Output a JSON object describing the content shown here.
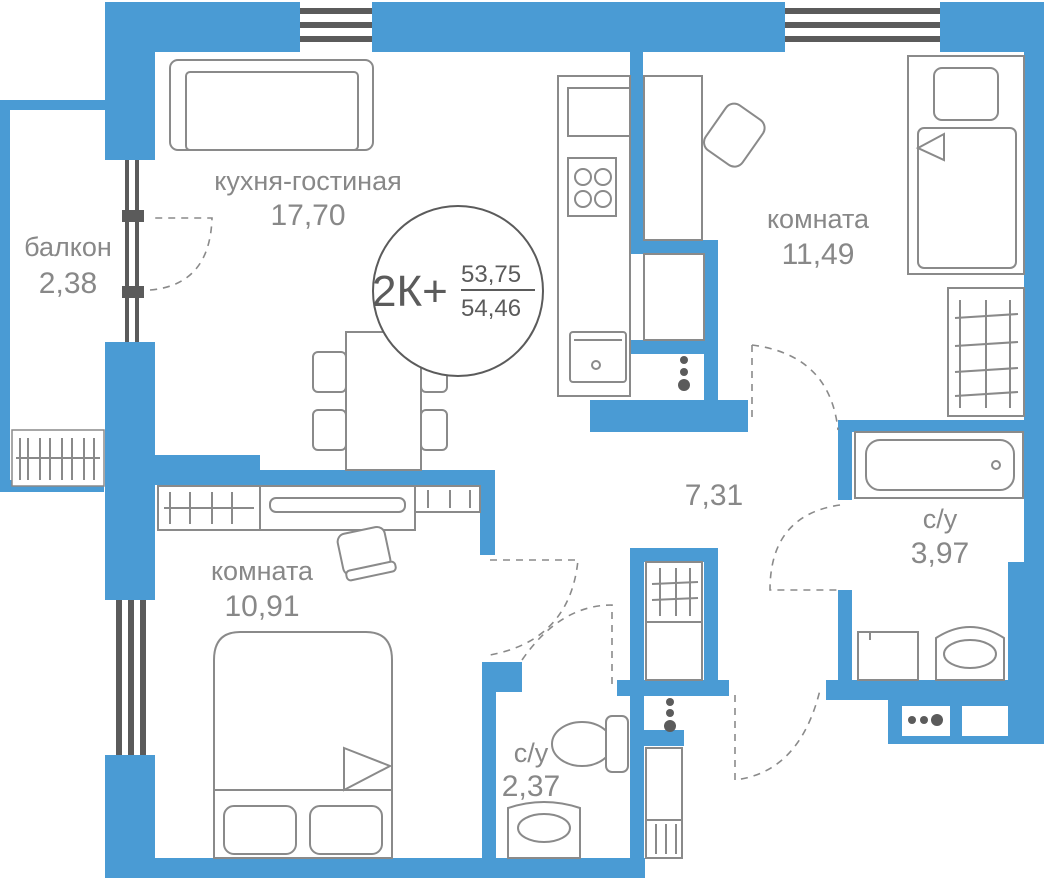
{
  "plan": {
    "type_label": "2К+",
    "area_living": "53,75",
    "area_total": "54,46",
    "colors": {
      "wall": "#4a9bd4",
      "furniture": "#8a8a8a",
      "text": "#888888",
      "window": "#5b5b5b"
    }
  },
  "rooms": {
    "kitchen_living": {
      "name": "кухня-гостиная",
      "area": "17,70"
    },
    "balcony": {
      "name": "балкон",
      "area": "2,38"
    },
    "room_right": {
      "name": "комната",
      "area": "11,49"
    },
    "hall": {
      "area": "7,31"
    },
    "bathroom_right": {
      "name": "с/у",
      "area": "3,97"
    },
    "room_left": {
      "name": "комната",
      "area": "10,91"
    },
    "bathroom_small": {
      "name": "с/у",
      "area": "2,37"
    }
  }
}
